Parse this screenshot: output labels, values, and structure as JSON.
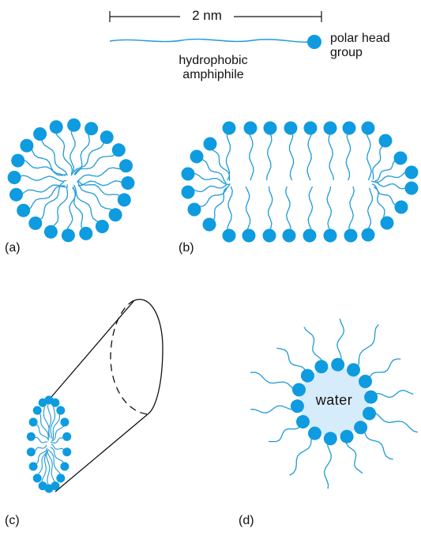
{
  "scale": {
    "label": "2 nm"
  },
  "legend": {
    "amphiphile_label": "hydrophobic amphiphile",
    "amphiphile_line1": "hydrophobic",
    "amphiphile_line2": "amphiphile",
    "head_label_line1": "polar head",
    "head_label_line2": "group"
  },
  "panels": {
    "a": {
      "label": "(a)"
    },
    "b": {
      "label": "(b)"
    },
    "c": {
      "label": "(c)"
    },
    "d": {
      "label": "(d)",
      "core_label": "water"
    }
  },
  "colors": {
    "head": "#0e9be0",
    "tail": "#1f9ad6",
    "water_core": "#d6ecfa",
    "line": "#111111"
  }
}
